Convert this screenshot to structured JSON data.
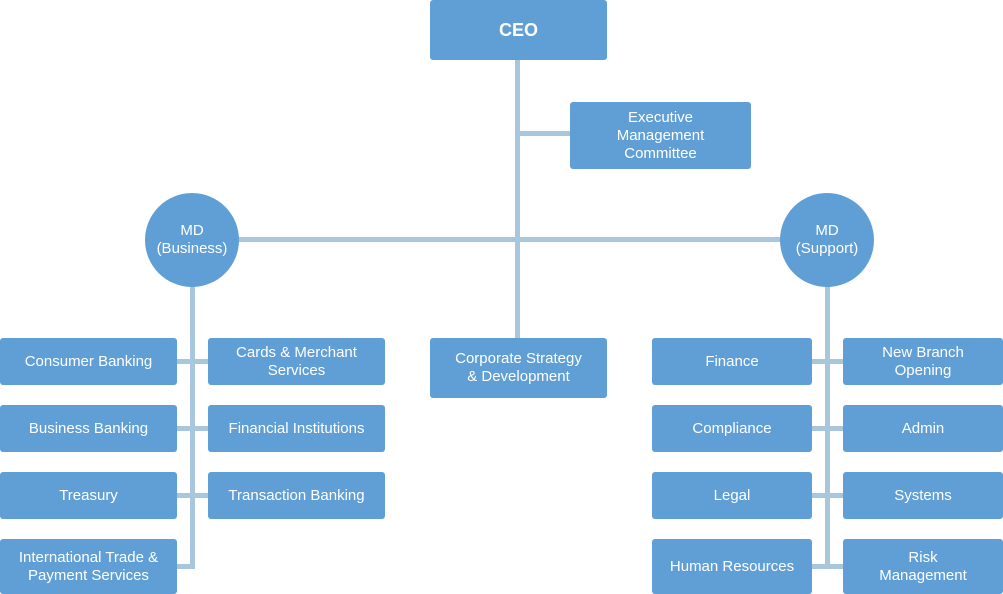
{
  "colors": {
    "node_fill": "#5f9fd6",
    "node_text": "#ffffff",
    "connector": "#a8c6dc",
    "background": "#ffffff"
  },
  "ceo": {
    "label": "CEO"
  },
  "committee": {
    "label": "Executive\nManagement\nCommittee"
  },
  "md_business": {
    "label": "MD\n(Business)"
  },
  "md_support": {
    "label": "MD\n(Support)"
  },
  "corporate_strategy": {
    "label": "Corporate Strategy\n& Development"
  },
  "business_units": {
    "left": [
      {
        "label": "Consumer Banking"
      },
      {
        "label": "Business Banking"
      },
      {
        "label": "Treasury"
      },
      {
        "label": "International Trade &\nPayment Services"
      }
    ],
    "right": [
      {
        "label": "Cards & Merchant\nServices"
      },
      {
        "label": "Financial Institutions"
      },
      {
        "label": "Transaction Banking"
      }
    ]
  },
  "support_units": {
    "left": [
      {
        "label": "Finance"
      },
      {
        "label": "Compliance"
      },
      {
        "label": "Legal"
      },
      {
        "label": "Human Resources"
      }
    ],
    "right": [
      {
        "label": "New Branch\nOpening"
      },
      {
        "label": "Admin"
      },
      {
        "label": "Systems"
      },
      {
        "label": "Risk\nManagement"
      }
    ]
  }
}
